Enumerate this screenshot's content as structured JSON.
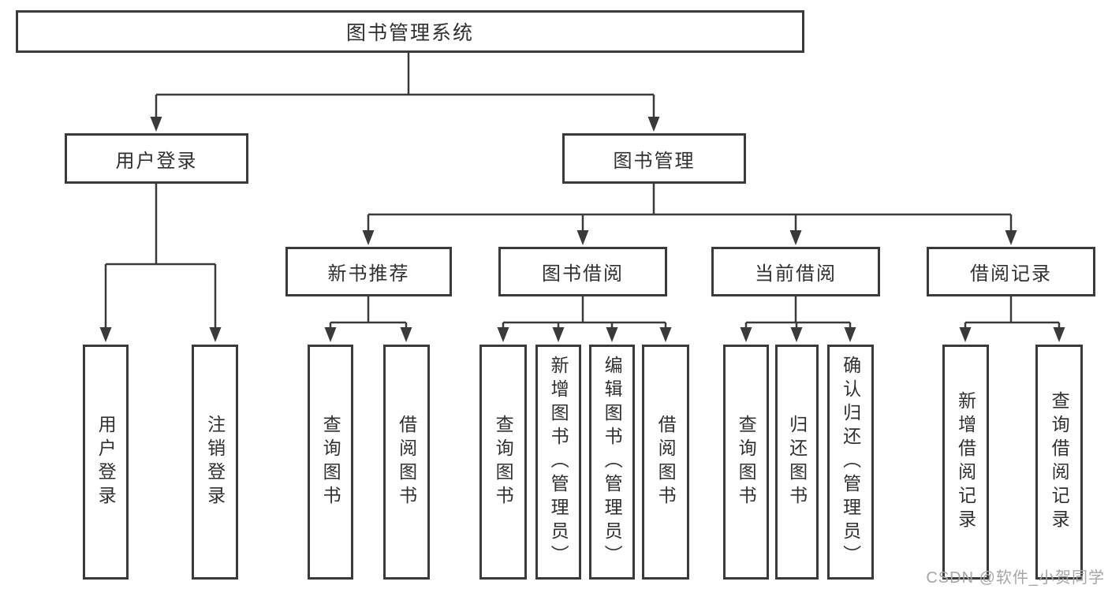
{
  "tree": {
    "label": "图书管理系统",
    "children": [
      {
        "label": "用户登录",
        "children": [
          {
            "label": "用户登录"
          },
          {
            "label": "注销登录"
          }
        ]
      },
      {
        "label": "图书管理",
        "children": [
          {
            "label": "新书推荐",
            "children": [
              {
                "label": "查询图书"
              },
              {
                "label": "借阅图书"
              }
            ]
          },
          {
            "label": "图书借阅",
            "children": [
              {
                "label": "查询图书"
              },
              {
                "label": "新增图书（管理员）"
              },
              {
                "label": "编辑图书（管理员）"
              },
              {
                "label": "借阅图书"
              }
            ]
          },
          {
            "label": "当前借阅",
            "children": [
              {
                "label": "查询图书"
              },
              {
                "label": "归还图书"
              },
              {
                "label": "确认归还（管理员）"
              }
            ]
          },
          {
            "label": "借阅记录",
            "children": [
              {
                "label": "新增借阅记录"
              },
              {
                "label": "查询借阅记录"
              }
            ]
          }
        ]
      }
    ]
  },
  "watermark": {
    "text": "CSDN @软件_小贺同学"
  },
  "colors": {
    "line": "#3a3a3a",
    "box_border": "#3a3a3a",
    "text": "#303030",
    "watermark": "#a6a6a6",
    "background": "#ffffff"
  }
}
